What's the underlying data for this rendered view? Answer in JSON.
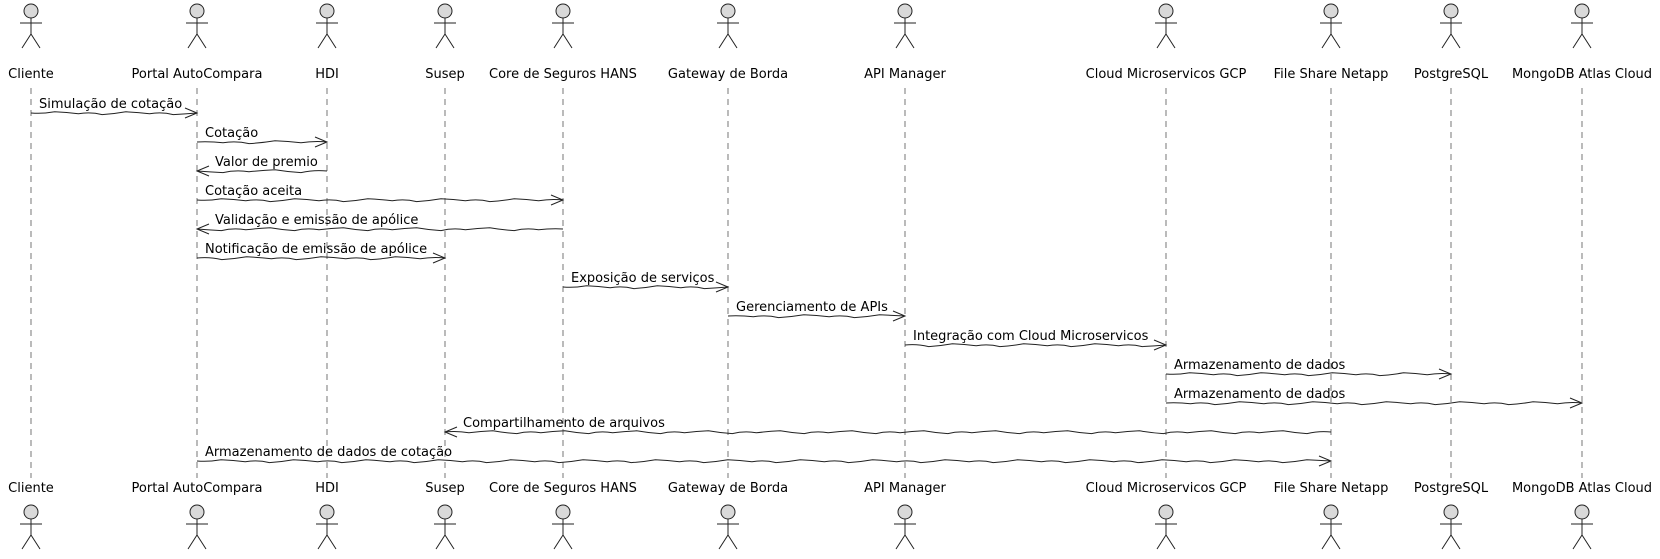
{
  "participants": [
    {
      "id": "cliente",
      "name": "Cliente"
    },
    {
      "id": "portal",
      "name": "Portal AutoCompara"
    },
    {
      "id": "hdi",
      "name": "HDI"
    },
    {
      "id": "susep",
      "name": "Susep"
    },
    {
      "id": "core",
      "name": "Core de Seguros HANS"
    },
    {
      "id": "gateway",
      "name": "Gateway de Borda"
    },
    {
      "id": "apimanager",
      "name": "API Manager"
    },
    {
      "id": "cloud",
      "name": "Cloud Microservicos GCP"
    },
    {
      "id": "netapp",
      "name": "File Share Netapp"
    },
    {
      "id": "postgres",
      "name": "PostgreSQL"
    },
    {
      "id": "mongodb",
      "name": "MongoDB Atlas Cloud"
    }
  ],
  "messages": [
    {
      "from": "cliente",
      "to": "portal",
      "label": "Simulação de cotação"
    },
    {
      "from": "portal",
      "to": "hdi",
      "label": "Cotação"
    },
    {
      "from": "hdi",
      "to": "portal",
      "label": "Valor de premio"
    },
    {
      "from": "portal",
      "to": "core",
      "label": "Cotação aceita"
    },
    {
      "from": "core",
      "to": "portal",
      "label": "Validação e emissão de apólice"
    },
    {
      "from": "portal",
      "to": "susep",
      "label": "Notificação de emissão de apólice"
    },
    {
      "from": "core",
      "to": "gateway",
      "label": "Exposição de serviços"
    },
    {
      "from": "gateway",
      "to": "apimanager",
      "label": "Gerenciamento de APIs"
    },
    {
      "from": "apimanager",
      "to": "cloud",
      "label": "Integração com Cloud Microservicos"
    },
    {
      "from": "cloud",
      "to": "postgres",
      "label": "Armazenamento de dados"
    },
    {
      "from": "cloud",
      "to": "mongodb",
      "label": "Armazenamento de dados"
    },
    {
      "from": "netapp",
      "to": "susep",
      "label": "Compartilhamento de arquivos"
    },
    {
      "from": "portal",
      "to": "netapp",
      "label": "Armazenamento de dados de cotação"
    }
  ]
}
